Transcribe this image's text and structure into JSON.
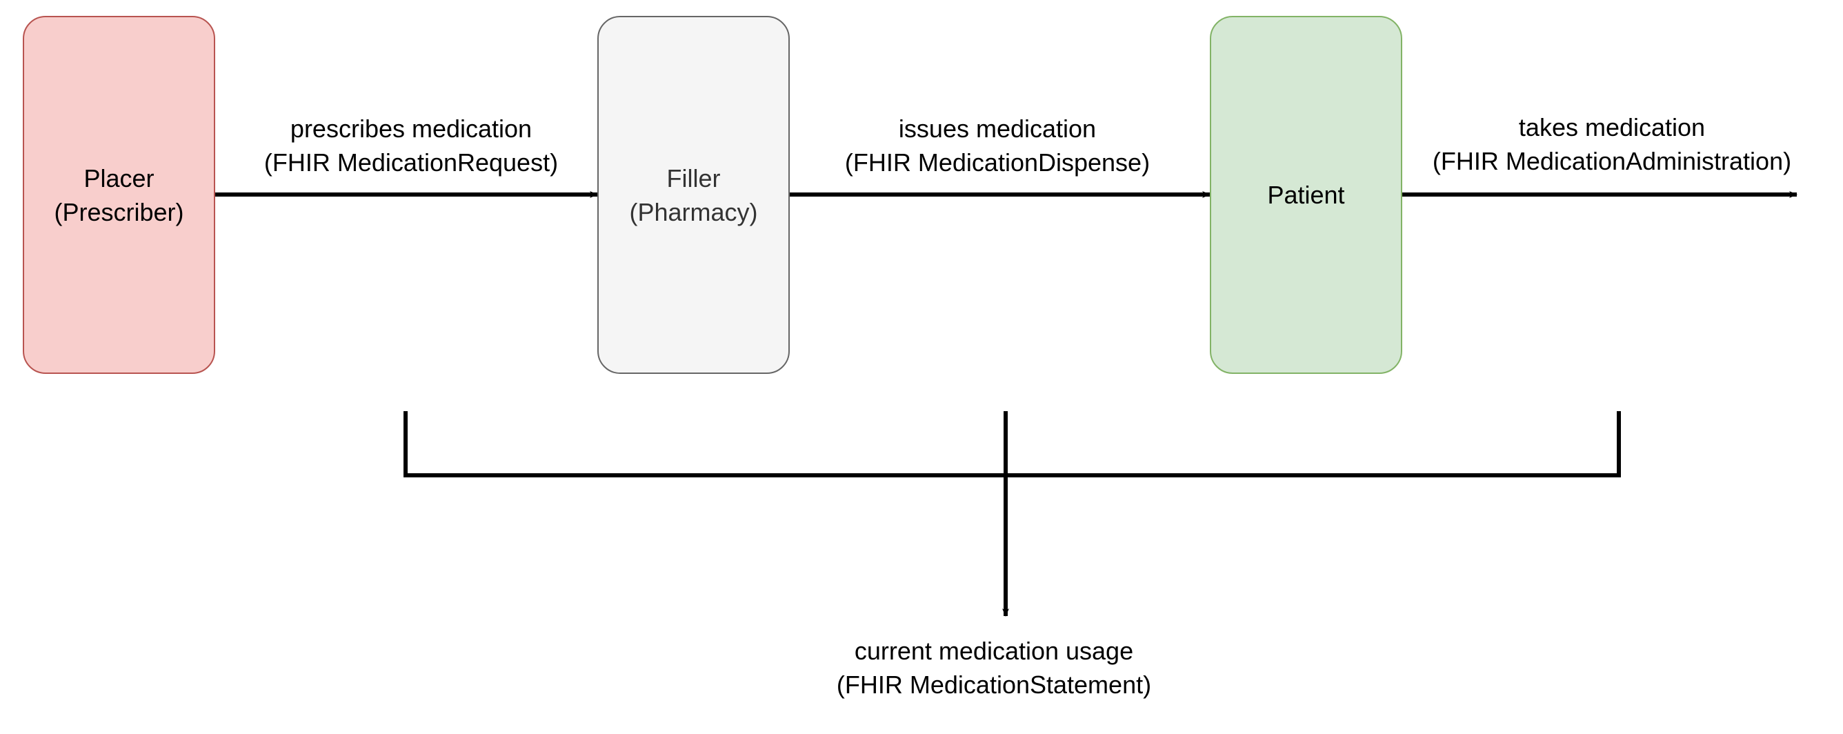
{
  "nodes": {
    "placer": {
      "label": "Placer\n(Prescriber)",
      "fill": "#f8cecc",
      "stroke": "#b85450",
      "text_color": "#000000"
    },
    "filler": {
      "label": "Filler\n(Pharmacy)",
      "fill": "#f5f5f5",
      "stroke": "#666666",
      "text_color": "#333333"
    },
    "patient": {
      "label": "Patient",
      "fill": "#d5e8d4",
      "stroke": "#82b366",
      "text_color": "#000000"
    }
  },
  "edges": {
    "prescribes": "prescribes medication\n(FHIR MedicationRequest)",
    "issues": "issues medication\n(FHIR MedicationDispense)",
    "takes": "takes medication\n(FHIR MedicationAdministration)",
    "statement": "current medication usage\n(FHIR MedicationStatement)"
  },
  "colors": {
    "line": "#000000"
  }
}
